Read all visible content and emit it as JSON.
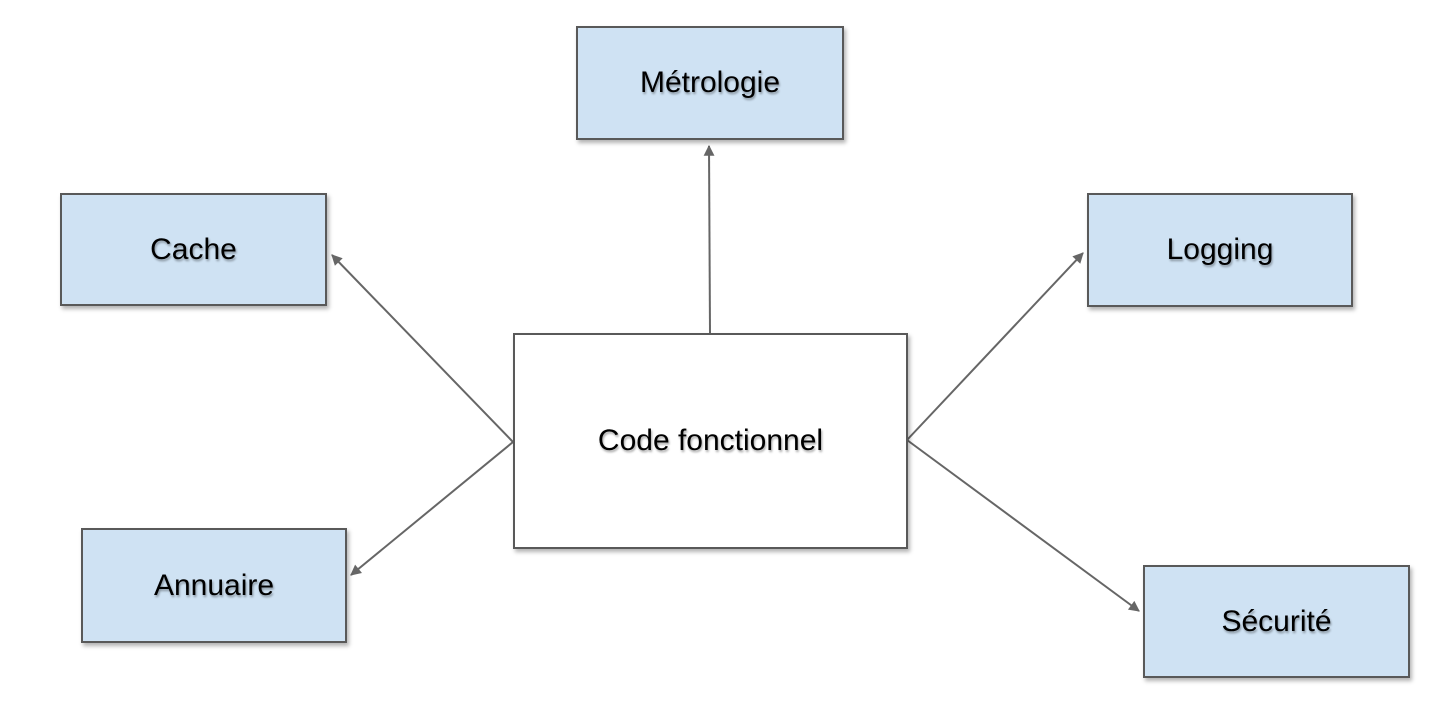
{
  "diagram": {
    "nodes": {
      "center": {
        "label": "Code fonctionnel"
      },
      "metrologie": {
        "label": "Métrologie"
      },
      "cache": {
        "label": "Cache"
      },
      "annuaire": {
        "label": "Annuaire"
      },
      "logging": {
        "label": "Logging"
      },
      "securite": {
        "label": "Sécurité"
      }
    },
    "edges": [
      {
        "from": "center",
        "to": "metrologie"
      },
      {
        "from": "center",
        "to": "cache"
      },
      {
        "from": "center",
        "to": "annuaire"
      },
      {
        "from": "center",
        "to": "logging"
      },
      {
        "from": "center",
        "to": "securite"
      }
    ],
    "colors": {
      "node_fill": "#cfe2f3",
      "node_border": "#595959",
      "center_fill": "#ffffff",
      "arrow": "#666666",
      "text": "#000000",
      "background": "#ffffff"
    }
  }
}
